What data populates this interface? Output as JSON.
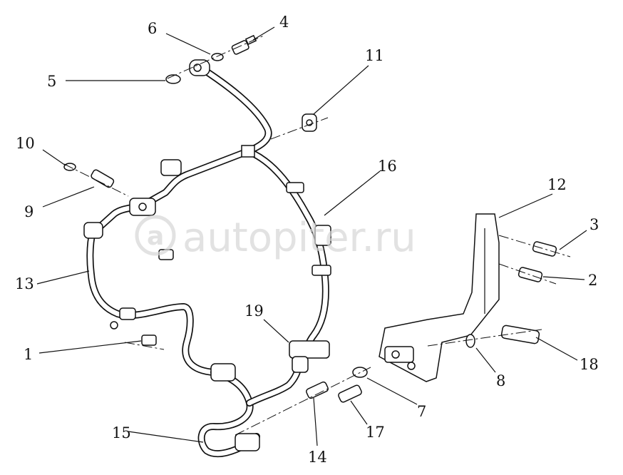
{
  "diagram": {
    "callouts": [
      {
        "id": "c1",
        "label": "1"
      },
      {
        "id": "c2",
        "label": "2"
      },
      {
        "id": "c3",
        "label": "3"
      },
      {
        "id": "c4",
        "label": "4"
      },
      {
        "id": "c5",
        "label": "5"
      },
      {
        "id": "c6",
        "label": "6"
      },
      {
        "id": "c7",
        "label": "7"
      },
      {
        "id": "c8",
        "label": "8"
      },
      {
        "id": "c9",
        "label": "9"
      },
      {
        "id": "c10",
        "label": "10"
      },
      {
        "id": "c11",
        "label": "11"
      },
      {
        "id": "c12",
        "label": "12"
      },
      {
        "id": "c13",
        "label": "13"
      },
      {
        "id": "c14",
        "label": "14"
      },
      {
        "id": "c15",
        "label": "15"
      },
      {
        "id": "c16",
        "label": "16"
      },
      {
        "id": "c17",
        "label": "17"
      },
      {
        "id": "c18",
        "label": "18"
      },
      {
        "id": "c19",
        "label": "19"
      }
    ]
  },
  "watermark": {
    "text": "autopiter.ru",
    "logo_glyph": "a"
  },
  "colors": {
    "line": "#111111",
    "background": "#ffffff",
    "watermark": "#d5d5d5"
  }
}
